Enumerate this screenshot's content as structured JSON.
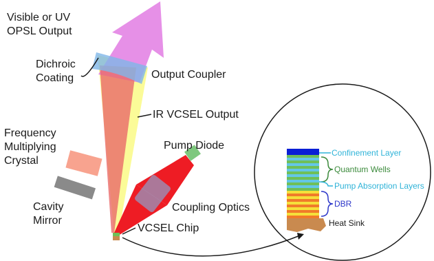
{
  "labels": {
    "visible_uv_output": [
      "Visible or UV",
      "OPSL Output"
    ],
    "dichroic_coating": [
      "Dichroic",
      "Coating"
    ],
    "output_coupler": "Output Coupler",
    "ir_vcsel_output": "IR VCSEL Output",
    "frequency_multiplying_crystal": [
      "Frequency",
      "Multiplying",
      "Crystal"
    ],
    "pump_diode": "Pump Diode",
    "coupling_optics": "Coupling Optics",
    "cavity_mirror": [
      "Cavity",
      "Mirror"
    ],
    "vcsel_chip": "VCSEL Chip"
  },
  "inset_labels": {
    "confinement_layer": "Confinement Layer",
    "quantum_wells": "Quantum Wells",
    "pump_absorption_layers": "Pump Absorption Layers",
    "dbr": "DBR",
    "heat_sink": "Heat Sink"
  },
  "colors": {
    "uv_beam": "#e58ae6",
    "ir_beam": "#fbfb92",
    "red_beam": "#ea6a6a",
    "pump_red": "#ee1c24",
    "coupler_blue": "#7fb6e8",
    "crystal_salmon": "#f7937b",
    "mirror_gray": "#8a8a8a",
    "pump_diode_green": "#7ec87e",
    "confinement_blue": "#0a1fd6",
    "quantum_green": "#6fbf58",
    "absorption_cyan": "#64c7e6",
    "dbr_yellow": "#f5e03a",
    "dbr_orange": "#f07b2a",
    "heat_sink_tan": "#c98a4f",
    "label_cyan": "#2fb3d8",
    "label_green": "#3b8a3b",
    "label_blue": "#2c36c9"
  }
}
